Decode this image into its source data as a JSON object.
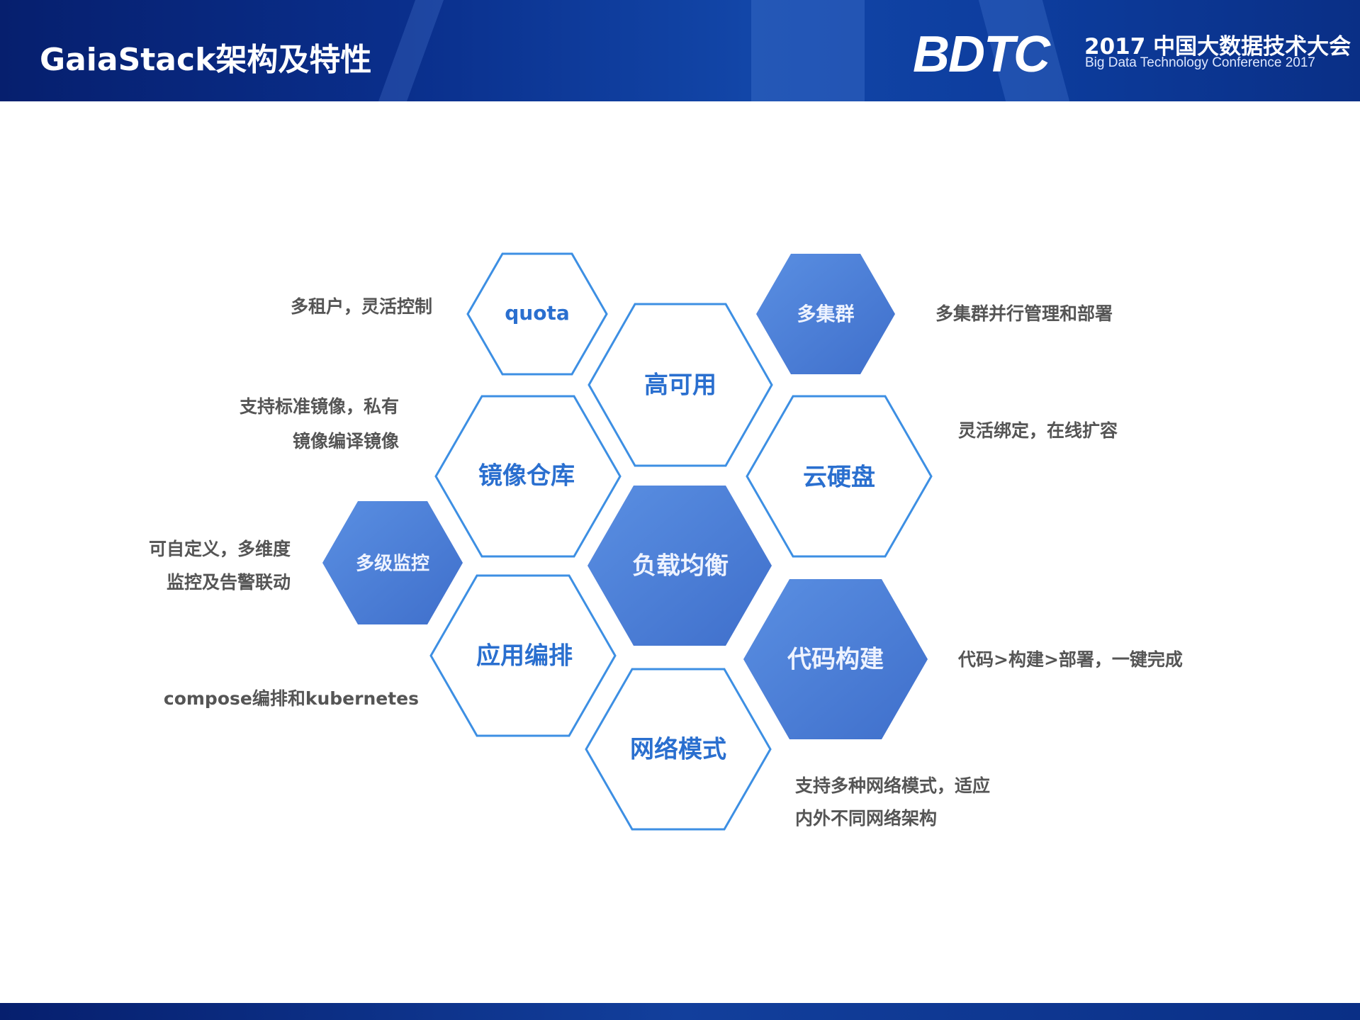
{
  "header": {
    "title": "GaiaStack架构及特性",
    "logo": "BDTC",
    "conference_cn": "2017 中国大数据技术大会",
    "conference_en": "Big Data Technology Conference 2017"
  },
  "hexagons": {
    "quota": "quota",
    "ha": "高可用",
    "multi_cluster": "多集群",
    "registry": "镜像仓库",
    "cloud_disk": "云硬盘",
    "load_balance": "负载均衡",
    "monitoring": "多级监控",
    "orchestration": "应用编排",
    "build": "代码构建",
    "network": "网络模式"
  },
  "descriptions": {
    "quota": "多租户，灵活控制",
    "registry_1": "支持标准镜像，私有",
    "registry_2": "镜像编译镜像",
    "monitoring_1": "可自定义，多维度",
    "monitoring_2": "监控及告警联动",
    "orchestration": "compose编排和kubernetes",
    "multi_cluster": "多集群并行管理和部署",
    "cloud_disk": "灵活绑定，在线扩容",
    "build": "代码>构建>部署，一键完成",
    "network_1": "支持多种网络模式，适应",
    "network_2": "内外不同网络架构"
  },
  "colors": {
    "header_bg": "#0a2f8c",
    "hex_fill": "#4b7fd8",
    "hex_stroke": "#3d8fe3",
    "hex_text": "#2a6fcf",
    "label_text": "#555555"
  }
}
